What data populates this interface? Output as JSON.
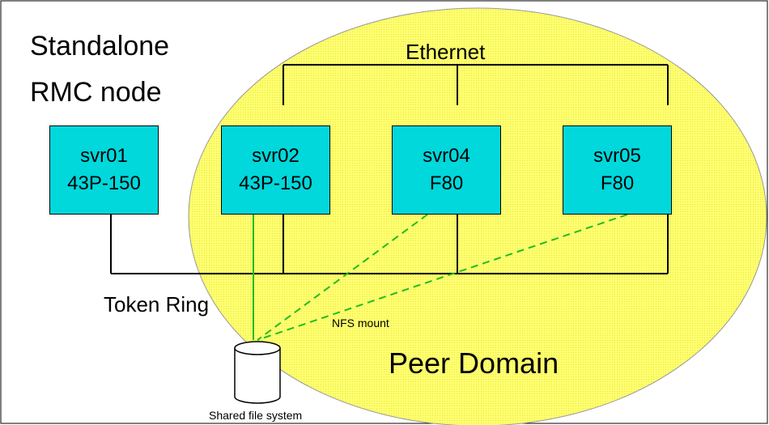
{
  "standalone_label": {
    "line1": "Standalone",
    "line2": "RMC node"
  },
  "ethernet_label": "Ethernet",
  "token_ring_label": "Token Ring",
  "nfs_label": "NFS mount",
  "peer_domain_label": "Peer Domain",
  "shared_fs_label": "Shared file system",
  "nodes": [
    {
      "name": "svr01",
      "model": "43P-150"
    },
    {
      "name": "svr02",
      "model": "43P-150"
    },
    {
      "name": "svr04",
      "model": "F80"
    },
    {
      "name": "svr05",
      "model": "F80"
    }
  ],
  "colors": {
    "domain_fill": "#ffff66",
    "node_fill": "#00d8dc",
    "nfs_line": "#22bb22"
  }
}
